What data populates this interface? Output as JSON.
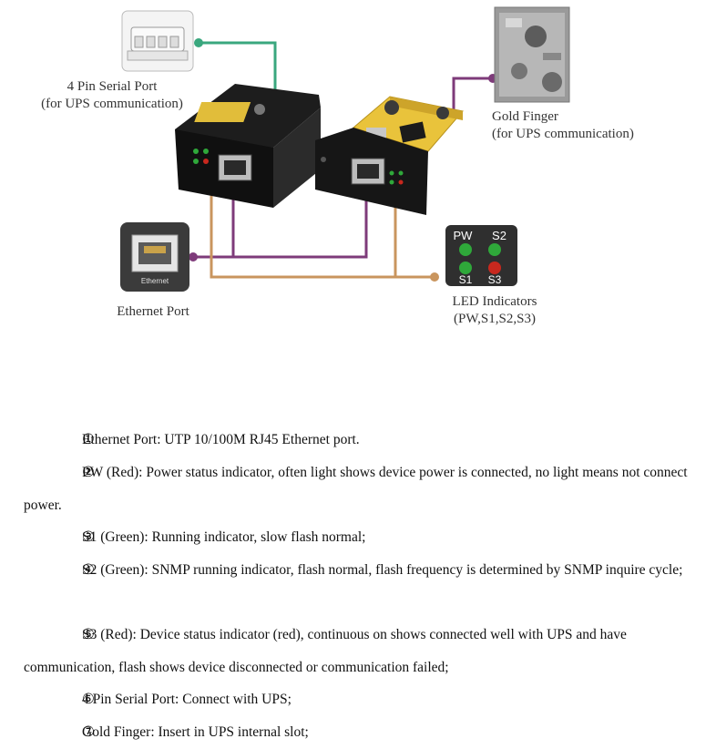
{
  "labels": {
    "serial_port": [
      "4 Pin Serial Port",
      "(for UPS communication)"
    ],
    "gold_finger": [
      "Gold Finger",
      "(for UPS communication)"
    ],
    "ethernet_port": "Ethernet Port",
    "led_indicators": [
      "LED Indicators",
      "(PW,S1,S2,S3)"
    ]
  },
  "ethernet_thumb_text": "Ethernet",
  "led_panel": {
    "pw": "PW",
    "s2": "S2",
    "s1": "S1",
    "s3": "S3"
  },
  "colors": {
    "green_line": "#3aa77e",
    "purple_line": "#7e3b7a",
    "orange_line": "#c9955e",
    "pcb_yellow": "#e9c33b",
    "led_green": "#2fa83a",
    "led_red": "#c8281e"
  },
  "items": [
    {
      "num": "①",
      "text": "Ethernet Port: UTP 10/100M RJ45 Ethernet port."
    },
    {
      "num": "②",
      "text": "PW (Red): Power status indicator, often light shows device power is connected, no light means not connect power."
    },
    {
      "num": "③",
      "text": "S1 (Green): Running indicator, slow flash normal;"
    },
    {
      "num": "④",
      "text": "S2 (Green): SNMP running indicator, flash normal, flash frequency is determined by SNMP inquire cycle;"
    },
    {
      "num": "⑤",
      "text": "S3 (Red): Device status indicator (red), continuous on shows connected well with UPS and have communication, flash shows device disconnected or communication failed;"
    },
    {
      "num": "⑥",
      "text": "4 Pin Serial Port: Connect with UPS;"
    },
    {
      "num": "⑦",
      "text": "Gold Finger: Insert in UPS internal slot;"
    }
  ]
}
